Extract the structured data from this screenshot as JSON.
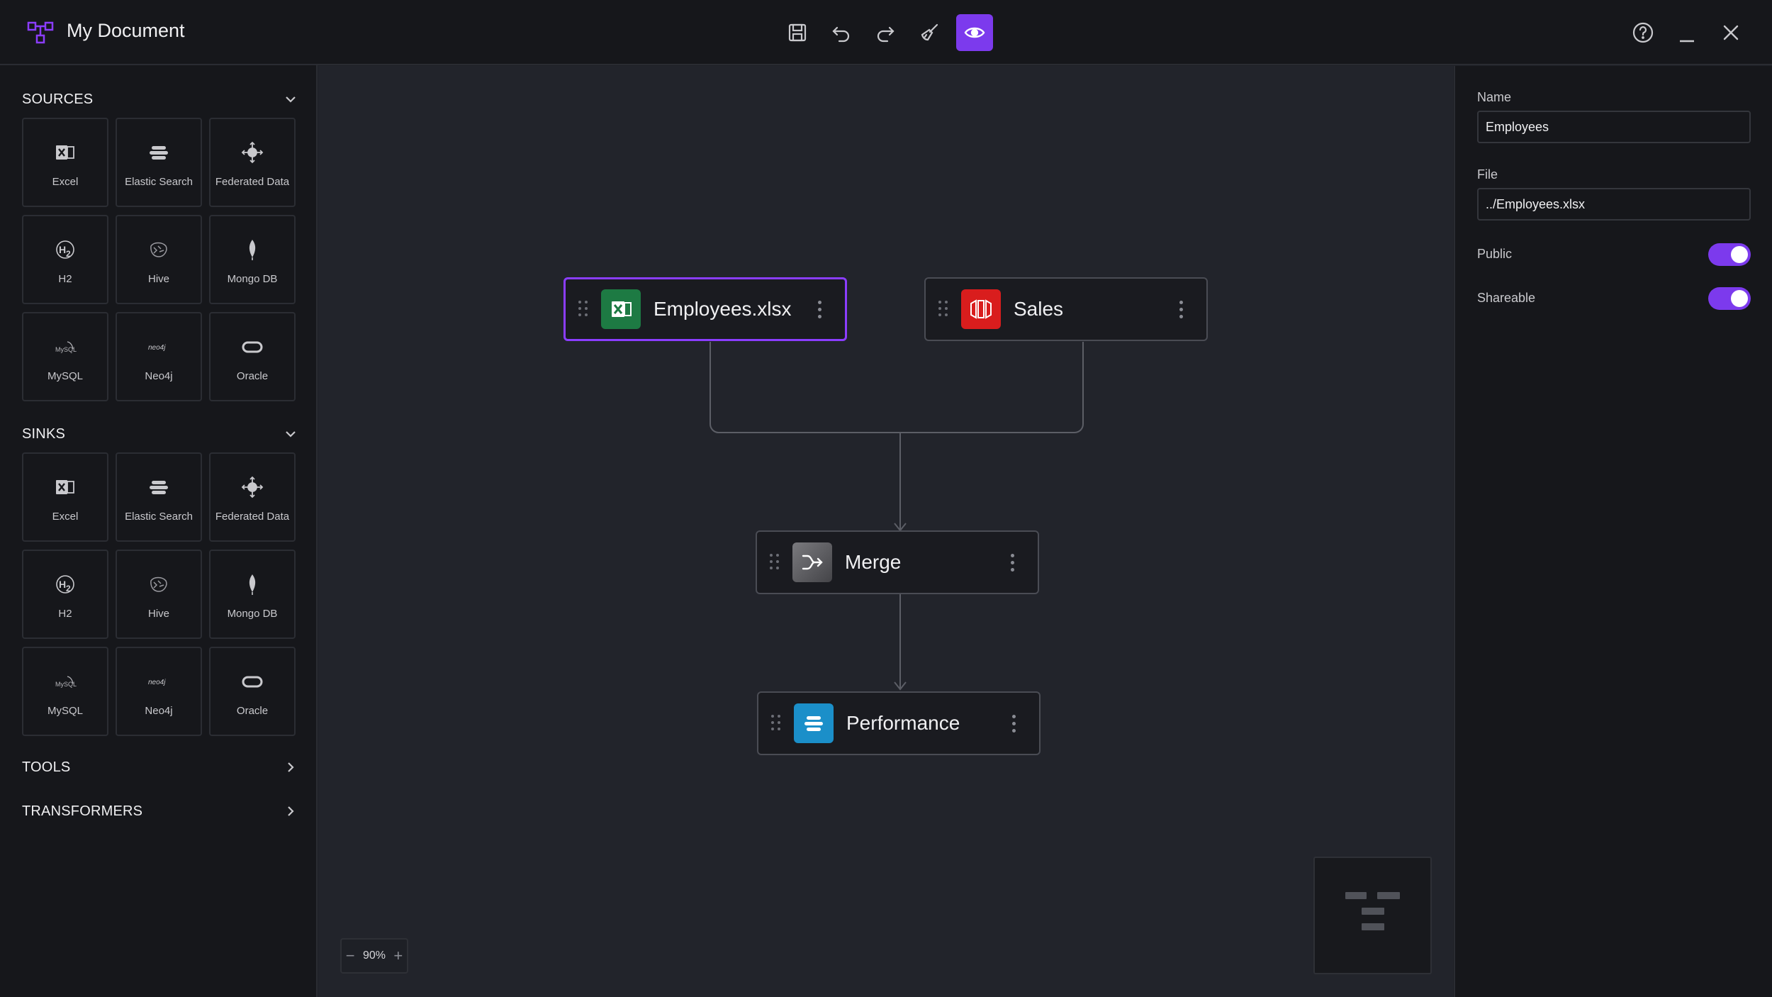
{
  "app": {
    "title": "My Document"
  },
  "sidebar": {
    "sources": {
      "title": "SOURCES",
      "items": [
        {
          "label": "Excel",
          "icon": "excel-icon"
        },
        {
          "label": "Elastic Search",
          "icon": "elastic-icon"
        },
        {
          "label": "Federated Data",
          "icon": "federated-icon"
        },
        {
          "label": "H2",
          "icon": "h2-icon"
        },
        {
          "label": "Hive",
          "icon": "hive-icon"
        },
        {
          "label": "Mongo DB",
          "icon": "mongodb-icon"
        },
        {
          "label": "MySQL",
          "icon": "mysql-icon"
        },
        {
          "label": "Neo4j",
          "icon": "neo4j-icon"
        },
        {
          "label": "Oracle",
          "icon": "oracle-icon"
        }
      ]
    },
    "sinks": {
      "title": "SINKS",
      "items": [
        {
          "label": "Excel",
          "icon": "excel-icon"
        },
        {
          "label": "Elastic Search",
          "icon": "elastic-icon"
        },
        {
          "label": "Federated Data",
          "icon": "federated-icon"
        },
        {
          "label": "H2",
          "icon": "h2-icon"
        },
        {
          "label": "Hive",
          "icon": "hive-icon"
        },
        {
          "label": "Mongo DB",
          "icon": "mongodb-icon"
        },
        {
          "label": "MySQL",
          "icon": "mysql-icon"
        },
        {
          "label": "Neo4j",
          "icon": "neo4j-icon"
        },
        {
          "label": "Oracle",
          "icon": "oracle-icon"
        }
      ]
    },
    "tools": {
      "title": "TOOLS"
    },
    "transformers": {
      "title": "TRANSFORMERS"
    }
  },
  "canvas": {
    "nodes": [
      {
        "label": "Employees.xlsx",
        "icon": "excel-icon",
        "selected": true
      },
      {
        "label": "Sales",
        "icon": "redshift-icon"
      },
      {
        "label": "Merge",
        "icon": "merge-icon"
      },
      {
        "label": "Performance",
        "icon": "elastic-icon"
      }
    ],
    "zoom": "90%"
  },
  "properties": {
    "name_label": "Name",
    "name_value": "Employees",
    "file_label": "File",
    "file_value": "../Employees.xlsx",
    "public_label": "Public",
    "public_on": true,
    "shareable_label": "Shareable",
    "shareable_on": true
  },
  "colors": {
    "accent": "#7c3aed",
    "selected_border": "#8b3dff",
    "excel": "#1d7a43",
    "sales": "#d91d1d",
    "elastic": "#1b8fc9"
  }
}
